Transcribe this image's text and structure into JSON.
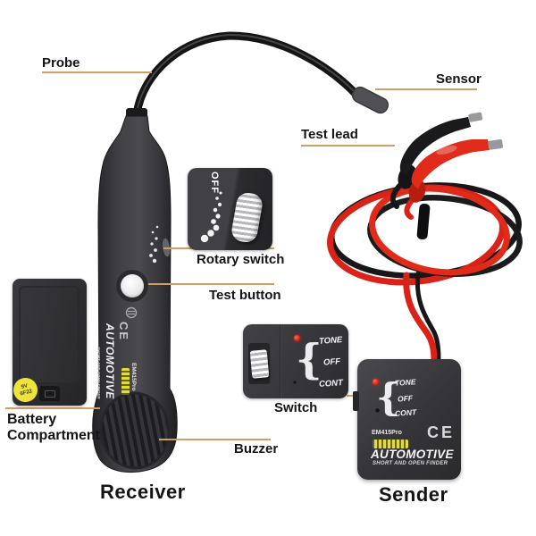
{
  "callouts": {
    "probe": "Probe",
    "sensor": "Sensor",
    "test_lead": "Test lead",
    "rotary_switch": "Rotary switch",
    "test_button": "Test button",
    "battery_compartment": "Battery Compartment",
    "switch": "Switch",
    "buzzer": "Buzzer",
    "receiver": "Receiver",
    "sender": "Sender"
  },
  "receiver_device": {
    "brand": "AUTOMOTIVE",
    "subtitle": "SHORT AND OPEN FINDER",
    "model": "EM415Pro",
    "ce_mark": "CE"
  },
  "rotary_inset": {
    "off_label": "OFF"
  },
  "switch_inset": {
    "brace": "{",
    "positions": [
      "TONE",
      "OFF",
      "CONT"
    ]
  },
  "sender_device": {
    "brace": "{",
    "positions": [
      "TONE",
      "OFF",
      "CONT"
    ],
    "model": "EM415Pro",
    "ce_mark": "CE",
    "brand": "AUTOMOTIVE",
    "subtitle": "SHORT AND OPEN FINDER"
  },
  "battery_inset": {
    "sticker_line1": "9V",
    "sticker_line2": "6F22"
  },
  "colors": {
    "callout_line": "#c9a06a",
    "wire_red": "#d92318",
    "wire_black": "#17171a",
    "led_red": "#e02418",
    "sticker_yellow": "#e4dc39",
    "body_dark": "#38383c"
  }
}
